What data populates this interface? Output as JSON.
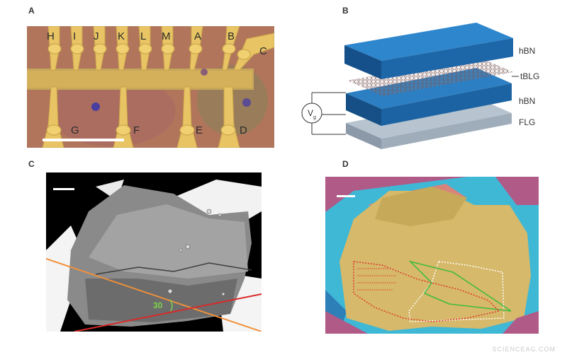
{
  "panels": {
    "a": {
      "letter": "A",
      "top_labels": [
        "H",
        "I",
        "J",
        "K",
        "L",
        "M",
        "A",
        "B"
      ],
      "side_label": "C",
      "bottom_labels": [
        "G",
        "F",
        "E",
        "D"
      ]
    },
    "b": {
      "letter": "B",
      "layers": [
        "hBN",
        "tBLG",
        "hBN",
        "FLG"
      ],
      "voltage_symbol": "V",
      "voltage_subscript": "g"
    },
    "c": {
      "letter": "C",
      "angle_label": "30"
    },
    "d": {
      "letter": "D"
    }
  },
  "watermark": "SCIENCEAG.COM",
  "colors": {
    "substrate_a": "#b87955",
    "contact_gold": "#e8c464",
    "hbn_blue": "#1f6fb5",
    "flg_gray": "#8ea0b1",
    "orange_line": "#f0903a",
    "red_line": "#d82a2a",
    "green_angle": "#7dd14a",
    "d_background": "#b05a88",
    "d_gold": "#d6b96a",
    "d_cyan": "#3fb8d6"
  }
}
